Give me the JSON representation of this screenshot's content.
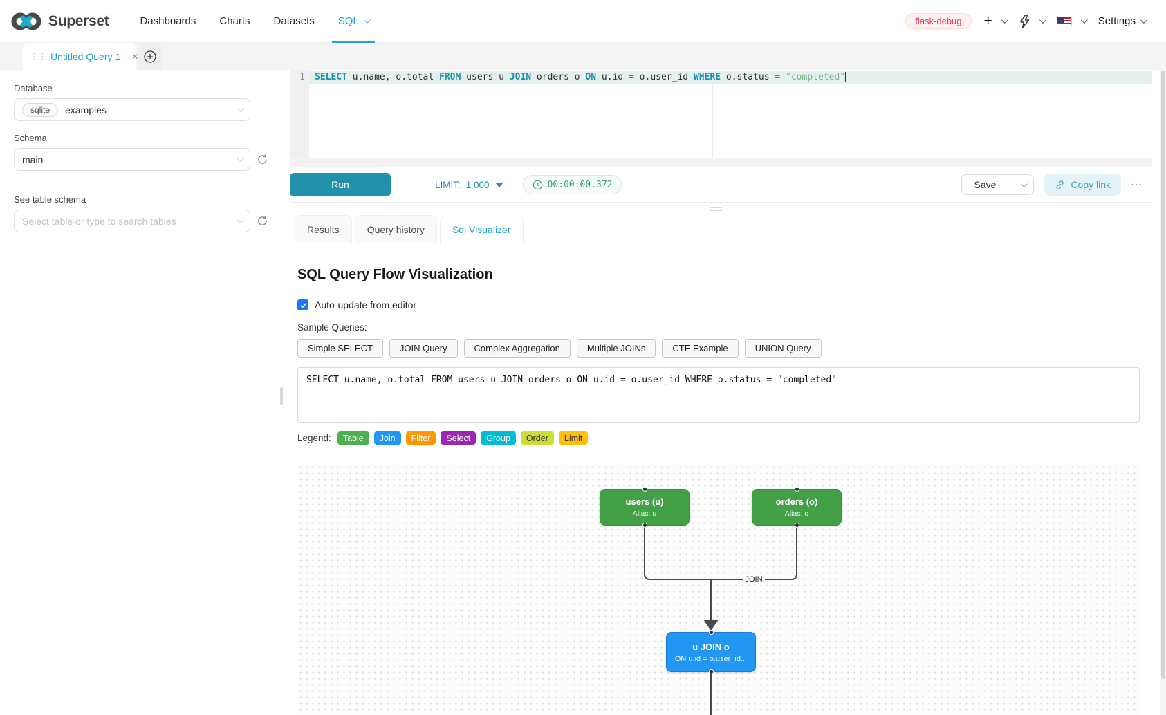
{
  "colors": {
    "accent": "#20a7c9",
    "run_button": "#2292ac",
    "env_badge_text": "#e04355"
  },
  "navbar": {
    "brand": "Superset",
    "items": [
      {
        "label": "Dashboards"
      },
      {
        "label": "Charts"
      },
      {
        "label": "Datasets"
      },
      {
        "label": "SQL"
      }
    ],
    "env_badge": "flask-debug",
    "settings_label": "Settings"
  },
  "query_tab": {
    "title": "Untitled Query 1"
  },
  "sidebar": {
    "database_label": "Database",
    "database_engine": "sqlite",
    "database_name": "examples",
    "schema_label": "Schema",
    "schema_value": "main",
    "table_label": "See table schema",
    "table_placeholder": "Select table or type to search tables"
  },
  "editor": {
    "line_number": "1",
    "tokens": [
      {
        "t": "SELECT"
      },
      {
        "t": " u.name, o.total "
      },
      {
        "t": "FROM"
      },
      {
        "t": " users u "
      },
      {
        "t": "JOIN"
      },
      {
        "t": " orders o "
      },
      {
        "t": "ON"
      },
      {
        "t": " u.id "
      },
      {
        "t": "="
      },
      {
        "t": " o.user_id "
      },
      {
        "t": "WHERE"
      },
      {
        "t": " o.status "
      },
      {
        "t": "="
      },
      {
        "t": " "
      },
      {
        "t": "\"completed\""
      }
    ]
  },
  "toolbar": {
    "run_label": "Run",
    "limit_label": "LIMIT:",
    "limit_value": "1 000",
    "timer": "00:00:00.372",
    "save_label": "Save",
    "copy_link_label": "Copy link",
    "more_label": "⋯"
  },
  "south_tabs": [
    {
      "label": "Results"
    },
    {
      "label": "Query history"
    },
    {
      "label": "Sql Visualizer"
    }
  ],
  "visualizer": {
    "title": "SQL Query Flow Visualization",
    "auto_update_label": "Auto-update from editor",
    "samples_label": "Sample Queries:",
    "sample_buttons": [
      "Simple SELECT",
      "JOIN Query",
      "Complex Aggregation",
      "Multiple JOINs",
      "CTE Example",
      "UNION Query"
    ],
    "query_text": "SELECT u.name, o.total FROM users u JOIN orders o ON u.id = o.user_id WHERE o.status = \"completed\"",
    "legend_label": "Legend:",
    "legend": [
      {
        "label": "Table",
        "color": "#4CAF50",
        "text": "#ffffff"
      },
      {
        "label": "Join",
        "color": "#2196F3",
        "text": "#ffffff"
      },
      {
        "label": "Filter",
        "color": "#FF9800",
        "text": "#ffffff"
      },
      {
        "label": "Select",
        "color": "#9C27B0",
        "text": "#ffffff"
      },
      {
        "label": "Group",
        "color": "#00BCD4",
        "text": "#ffffff"
      },
      {
        "label": "Order",
        "color": "#CDDC39",
        "text": "#333333"
      },
      {
        "label": "Limit",
        "color": "#FFC107",
        "text": "#333333"
      }
    ],
    "flow": {
      "edge_label": "JOIN",
      "nodes": [
        {
          "title": "users (u)",
          "subtitle": "Alias: u",
          "color": "#43a047",
          "border": "#3a9041"
        },
        {
          "title": "orders (o)",
          "subtitle": "Alias: o",
          "color": "#43a047",
          "border": "#3a9041"
        },
        {
          "title": "u JOIN o",
          "subtitle": "ON u.id = o.user_id...",
          "color": "#2196f3",
          "border": "#1b7fd4"
        }
      ]
    }
  }
}
